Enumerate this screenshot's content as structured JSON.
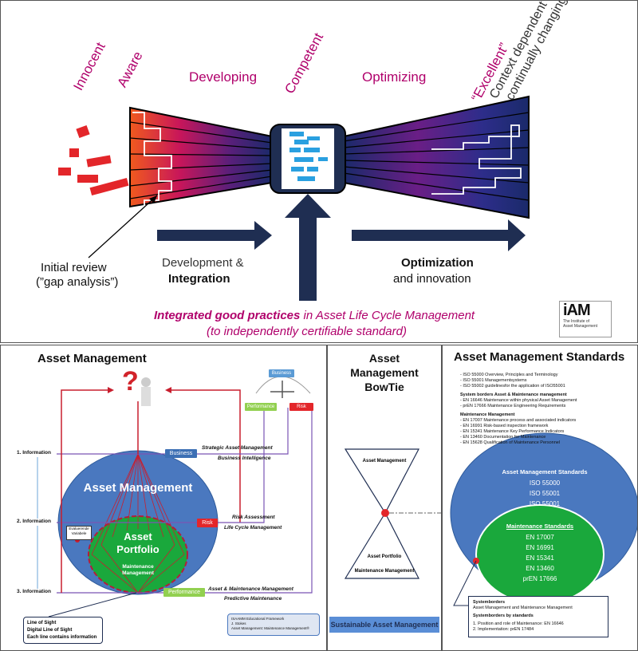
{
  "top": {
    "stages": {
      "innocent": "Innocent",
      "aware": "Aware",
      "developing": "Developing",
      "competent": "Competent",
      "optimizing": "Optimizing",
      "excellent": "“Excellent”",
      "context_line1": "Context dependent &",
      "context_line2": "continually changing"
    },
    "initial_review": "Initial review",
    "gap_analysis": "(”gap analysis”)",
    "development": "Development &",
    "integration": "Integration",
    "optimization": "Optimization",
    "and_innovation": "and innovation",
    "good_practices_bold": "Integrated good practices",
    "good_practices_rest": " in Asset Life Cycle Management",
    "certifiable": "(to independently certifiable standard)",
    "logo_text": "iAM",
    "logo_sub1": "The Institute of",
    "logo_sub2": "Asset Management",
    "colors": {
      "magenta": "#b0006b",
      "navy": "#1f2e52",
      "red": "#e3262a"
    }
  },
  "left": {
    "title": "Asset Management",
    "pyramid": {
      "business": "Business",
      "performance": "Performance",
      "risk": "Risk"
    },
    "info1": "1. Information",
    "info2": "2. Information",
    "info3": "3. Information",
    "big_circle": "Asset Management",
    "portfolio_1": "Asset",
    "portfolio_2": "Portfolio",
    "maint_1": "Maintenance",
    "maint_2": "Management",
    "evaluerende_1": "Evaluerende",
    "evaluerende_2": "Variabele",
    "tag_business": "Business",
    "tag_risk": "Risk",
    "tag_performance": "Performance",
    "strategic": "Strategic Asset Management",
    "business_intel": "Business Intelligence",
    "risk_assess": "Risk Assessment",
    "life_cycle": "Life Cycle Management",
    "asset_maint": "Asset & Maintenance Management",
    "predictive": "Predictive Maintenance",
    "line_of_sight": "Line of Sight",
    "digital_line": "Digital Line of Sight",
    "each_line": "Each line contains information",
    "footnote1": "ISAAMM Educational Framework",
    "footnote2": "J. Stokes",
    "footnote3": "Asset Management: Maintenance Management®"
  },
  "middle": {
    "title_1": "Asset",
    "title_2": "Management",
    "title_3": "BowTie",
    "top_label": "Asset Management",
    "portfolio": "Asset Portfolio",
    "maint": "Maintenance Management",
    "banner": "Sustainable Asset Management"
  },
  "right": {
    "title": "Asset Management Standards",
    "list1": [
      "- ISO 55000 Overview, Principles and Terminology",
      "- ISO 55001 Managementsystems",
      "- ISO 55002 guidelinesfor the application of ISO55001"
    ],
    "borders_head": "System borders Asset & Maintenance management",
    "list2": [
      "- EN 16646 Maintenance within physical Asset Management",
      "- prEN 17666 Maintenance Engineering Requirements"
    ],
    "maint_head": "Maintenance Management",
    "list3": [
      "- EN 17007 Maintenance process and associated indicators",
      "- EN 16991 Risk-based inspection framework",
      "- EN 15341 Maintenance Key Performance Indicators",
      "- EN 13460 Documentation for Maintenance",
      "- EN 15628 Qualification of Maintenance Personnel"
    ],
    "circle_title": "Asset Management Standards",
    "circle_items": [
      "ISO 55000",
      "ISO 55001",
      "ISO 55001"
    ],
    "inner_title": "Maintenance Standards",
    "inner_items": [
      "EN 17007",
      "EN 16991",
      "EN 15341",
      "EN 13460",
      "prEN 17666"
    ],
    "box_head1": "Systemborders",
    "box_line1": "Asset Management and Maintenance Management",
    "box_head2": "Systemborders by standards",
    "box_line2": "1. Position and role of Maintenance: EN 16646",
    "box_line3": "2. Implementation: prEN 17484"
  }
}
